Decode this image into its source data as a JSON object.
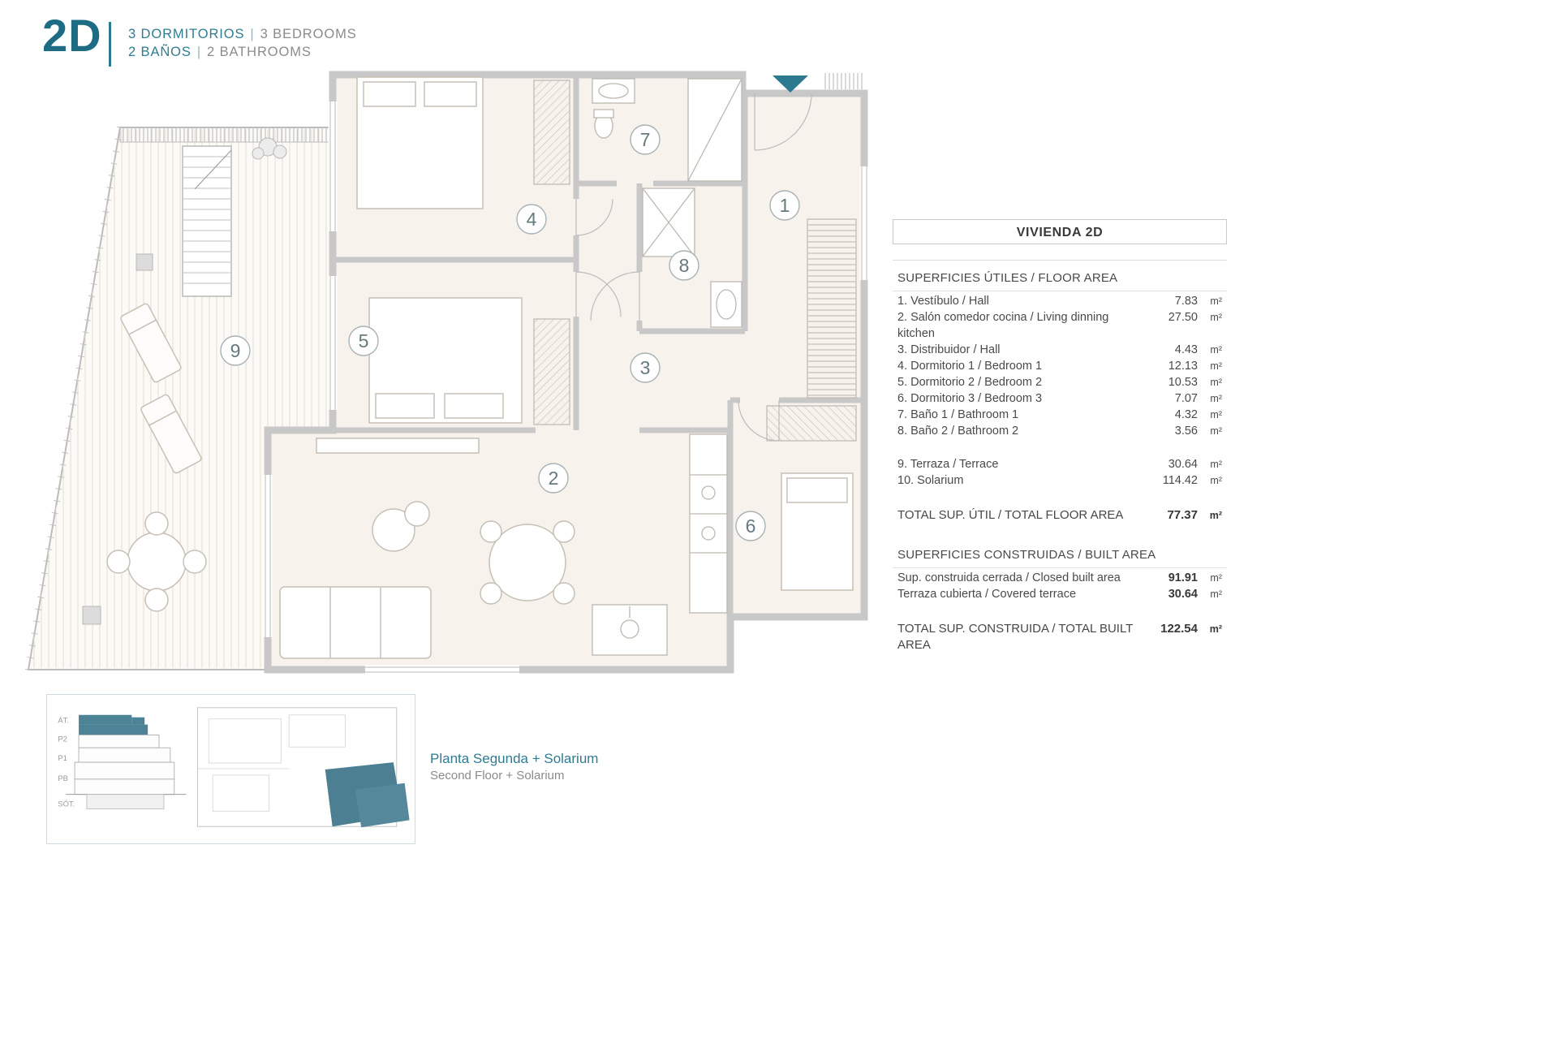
{
  "header": {
    "unit": "2D",
    "separator": "|",
    "line1": {
      "es": "3 DORMITORIOS",
      "en": "3 BEDROOMS"
    },
    "line2": {
      "es": "2 BAÑOS",
      "en": "2 BATHROOMS"
    }
  },
  "plan": {
    "room_numbers": [
      "1",
      "2",
      "3",
      "4",
      "5",
      "6",
      "7",
      "8",
      "9"
    ]
  },
  "panel": {
    "title": "VIVIENDA 2D",
    "sections": [
      {
        "header": "SUPERFICIES ÚTILES / FLOOR AREA",
        "groups": [
          {
            "rows": [
              {
                "label": "1. Vestíbulo / Hall",
                "value": "7.83",
                "unit": "m²"
              },
              {
                "label": "2. Salón comedor cocina / Living dinning kitchen",
                "value": "27.50",
                "unit": "m²"
              },
              {
                "label": "3. Distribuidor / Hall",
                "value": "4.43",
                "unit": "m²"
              },
              {
                "label": "4. Dormitorio 1 / Bedroom 1",
                "value": "12.13",
                "unit": "m²"
              },
              {
                "label": "5. Dormitorio 2 / Bedroom 2",
                "value": "10.53",
                "unit": "m²"
              },
              {
                "label": "6. Dormitorio 3 / Bedroom 3",
                "value": "7.07",
                "unit": "m²"
              },
              {
                "label": "7. Baño 1 / Bathroom 1",
                "value": "4.32",
                "unit": "m²"
              },
              {
                "label": "8. Baño 2 / Bathroom 2",
                "value": "3.56",
                "unit": "m²"
              }
            ]
          },
          {
            "rows": [
              {
                "label": "9. Terraza / Terrace",
                "value": "30.64",
                "unit": "m²"
              },
              {
                "label": "10. Solarium",
                "value": "114.42",
                "unit": "m²"
              }
            ]
          }
        ],
        "total": {
          "label": "TOTAL SUP. ÚTIL / TOTAL FLOOR AREA",
          "value": "77.37",
          "unit": "m²"
        }
      },
      {
        "header": "SUPERFICIES CONSTRUIDAS / BUILT AREA",
        "groups": [
          {
            "rows": [
              {
                "label": "Sup. construida cerrada / Closed built area",
                "value": "91.91",
                "unit": "m²"
              },
              {
                "label": "Terraza cubierta / Covered terrace",
                "value": "30.64",
                "unit": "m²"
              }
            ]
          }
        ],
        "total": {
          "label": "TOTAL SUP. CONSTRUIDA / TOTAL BUILT AREA",
          "value": "122.54",
          "unit": "m²"
        }
      }
    ]
  },
  "footer": {
    "caption": {
      "es": "Planta Segunda + Solarium",
      "en": "Second Floor + Solarium"
    },
    "floor_labels": [
      "ÁT.",
      "P2",
      "P1",
      "PB",
      "SÓT."
    ]
  },
  "colors": {
    "accent": "#2a7b90",
    "accent_fill": "#4d7f92",
    "wall": "#c8c8c8",
    "room_fill": "#f7f2ec",
    "text_dark": "#4a4a4a",
    "text_gray": "#8b8b8b"
  }
}
